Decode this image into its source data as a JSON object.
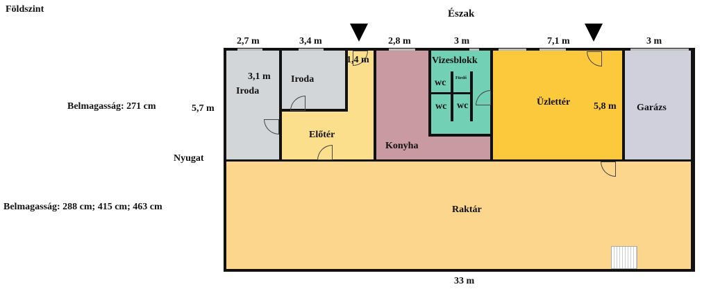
{
  "title": "Földszint",
  "compass": {
    "north": "Észak",
    "west": "Nyugat"
  },
  "ceiling_heights": {
    "upper": "Belmagasság: 271 cm",
    "lower": "Belmagasság: 288 cm; 415 cm; 463 cm"
  },
  "dimensions": {
    "d1": "2,7 m",
    "d2": "3,4 m",
    "d3": "1,4 m",
    "d4": "2,8 m",
    "d5": "3 m",
    "d6": "7,1 m",
    "d7": "3 m",
    "d8": "3,1 m",
    "d9": "5,7 m",
    "d10": "5,8 m",
    "d11": "33 m"
  },
  "rooms": {
    "iroda1": "Iroda",
    "iroda2": "Iroda",
    "eloter": "Előtér",
    "konyha": "Konyha",
    "vizesblokk": "Vizesblokk",
    "wc1": "wc",
    "wc2": "wc",
    "wc3": "wc",
    "furdo": "Fürdő",
    "uzletter": "Üzlettér",
    "garazs": "Garázs",
    "raktar": "Raktár"
  },
  "colors": {
    "office": "#d3d6d9",
    "hall": "#fbdf8c",
    "kitchen": "#c99aa2",
    "bath": "#72d1b4",
    "shop": "#fcc93c",
    "garage": "#d0d0dc",
    "storage": "#fbd68c"
  }
}
